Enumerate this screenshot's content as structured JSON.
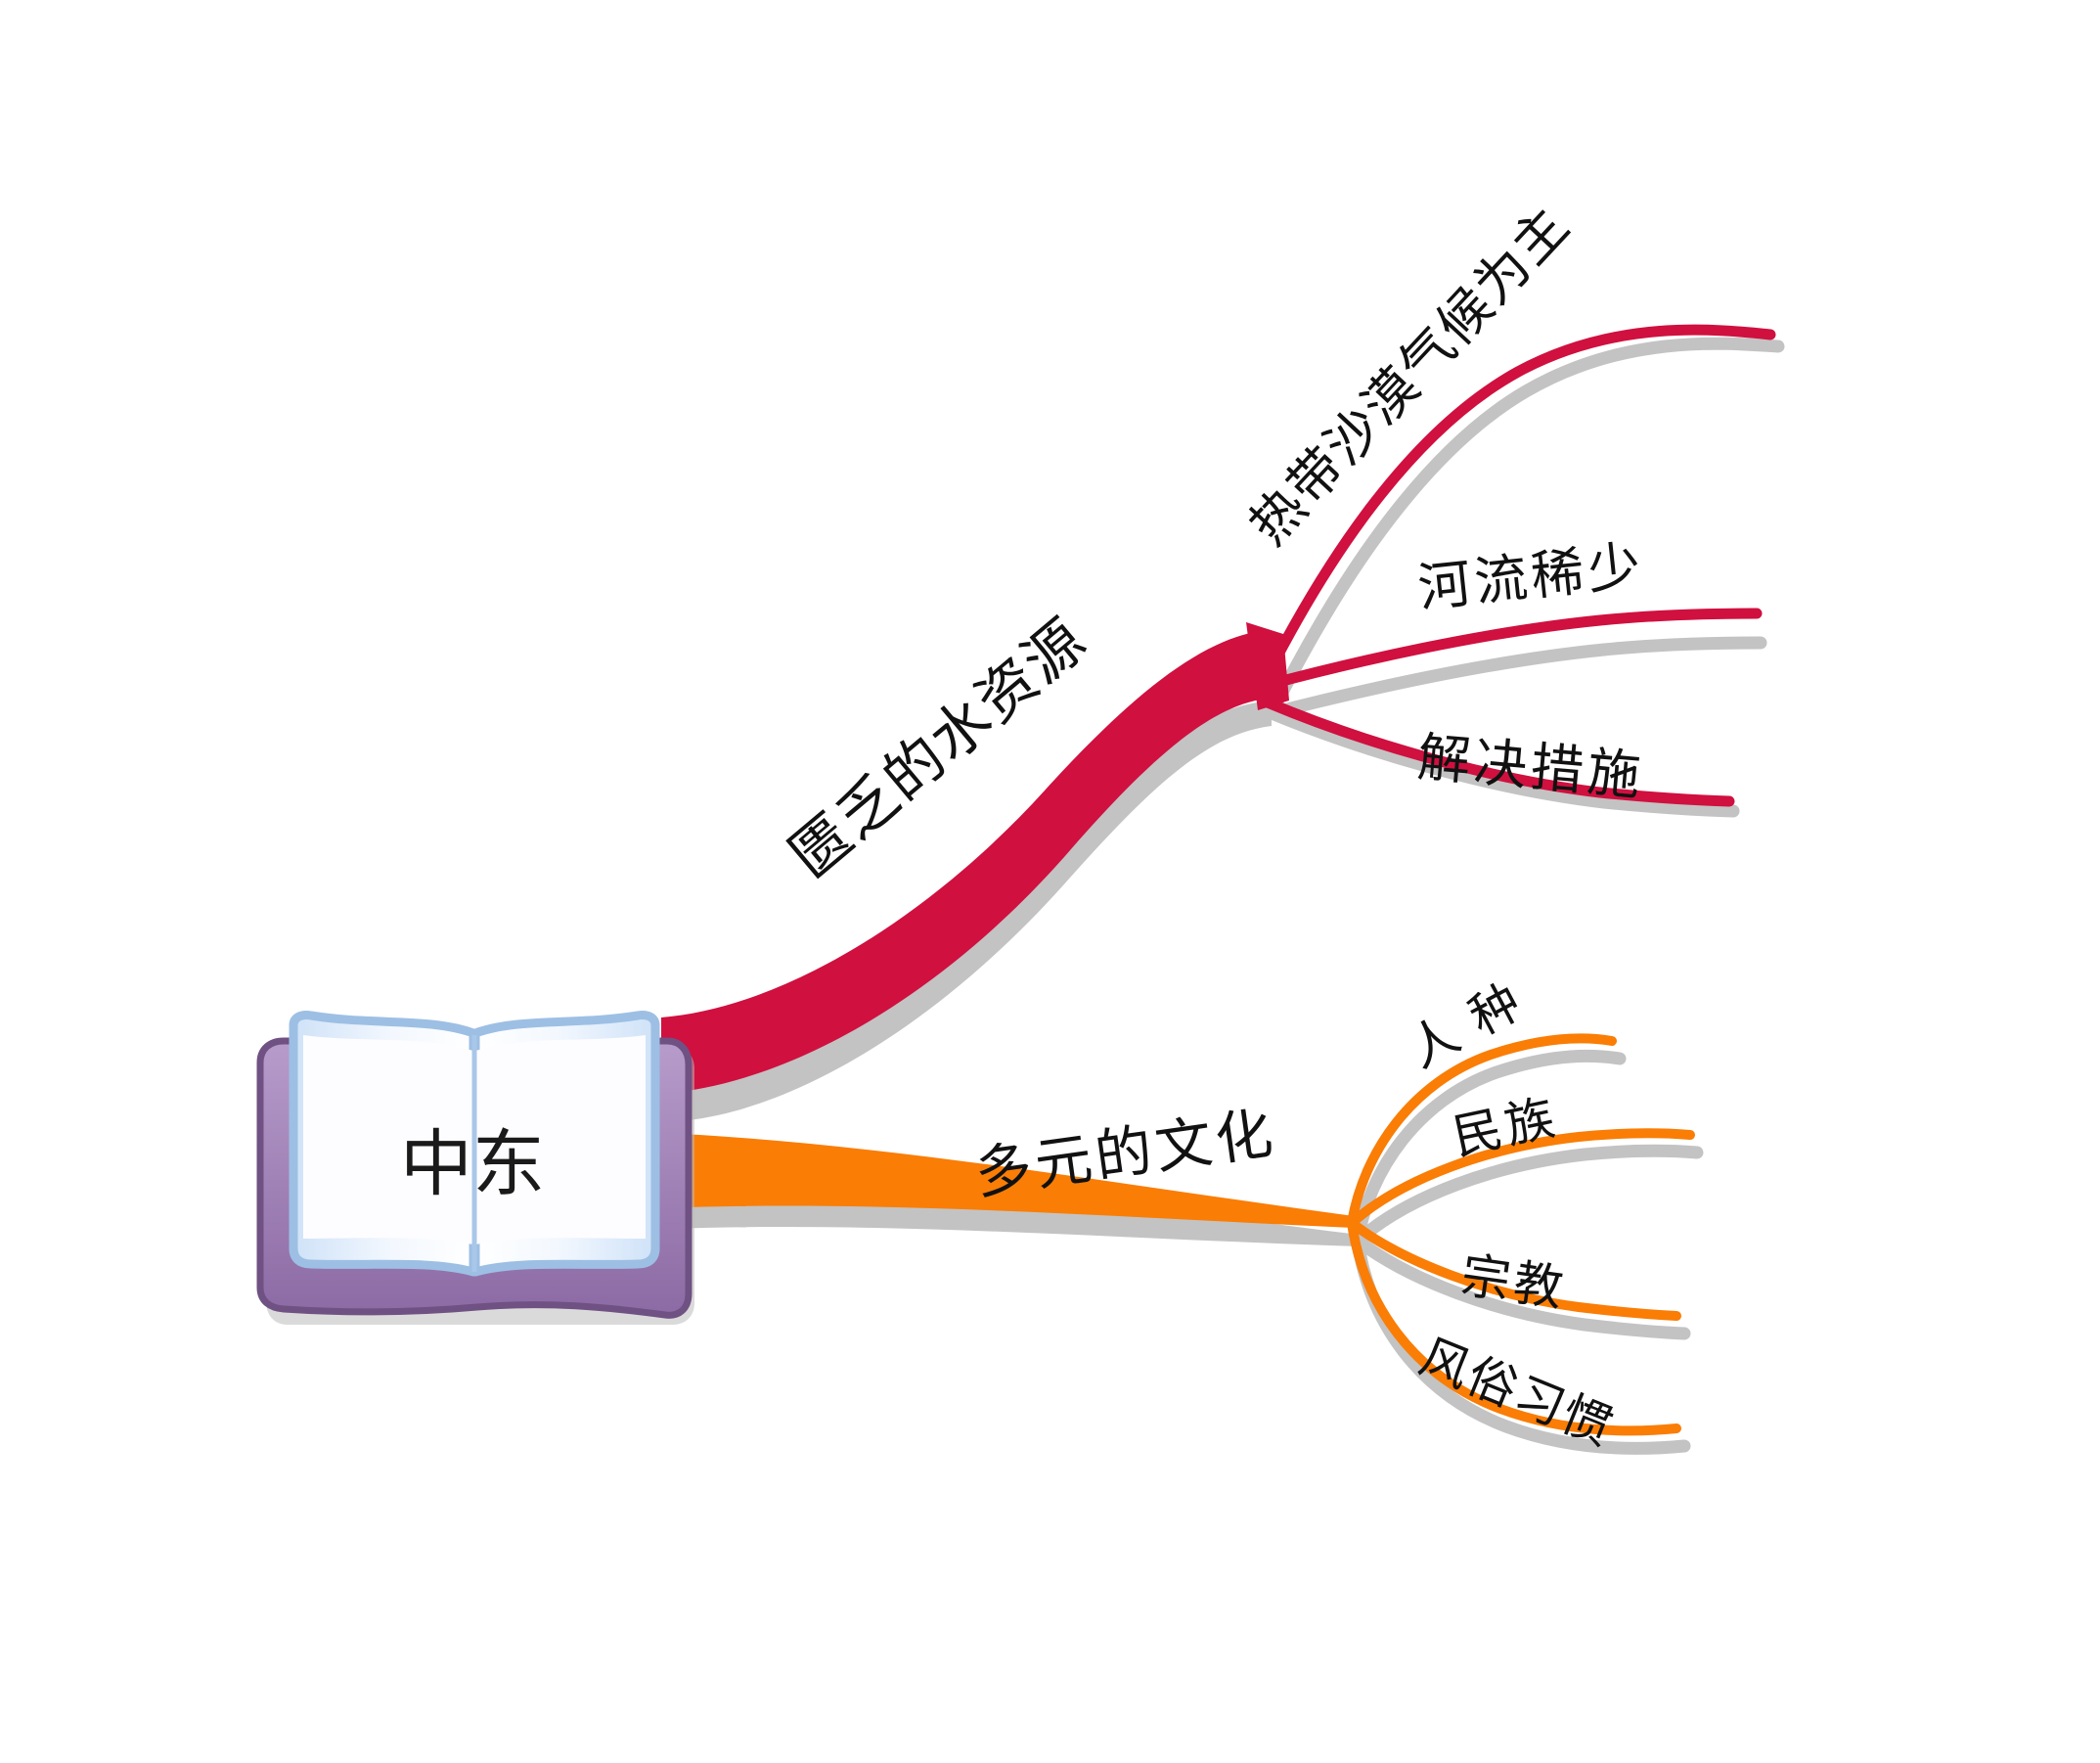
{
  "diagram": {
    "type": "mind-map",
    "background_color": "#ffffff",
    "shadow_color": "#c3c3c3"
  },
  "root": {
    "label": "中东",
    "icon": "open-book-icon",
    "colors": {
      "cover": "#8c6aa4",
      "cover_light": "#b79ccb",
      "page_edge": "#a9c7e8",
      "page_fill": "#cfe2f8",
      "page_inner": "#fdfdff"
    }
  },
  "branches": [
    {
      "id": "water",
      "label": "匮乏的水资源",
      "color": "#d0103f",
      "children": [
        {
          "id": "climate",
          "label": "热带沙漠气候为主",
          "color": "#d0103f"
        },
        {
          "id": "rivers",
          "label": "河流稀少",
          "color": "#d0103f"
        },
        {
          "id": "measures",
          "label": "解决措施",
          "color": "#d0103f"
        }
      ]
    },
    {
      "id": "culture",
      "label": "多元的文化",
      "color": "#fa7d05",
      "children": [
        {
          "id": "race",
          "label": "人 种",
          "color": "#fa7d05"
        },
        {
          "id": "ethnicity",
          "label": "民族",
          "color": "#fa7d05"
        },
        {
          "id": "religion",
          "label": "宗教",
          "color": "#fa7d05"
        },
        {
          "id": "customs",
          "label": "风俗习惯",
          "color": "#fa7d05"
        }
      ]
    }
  ]
}
